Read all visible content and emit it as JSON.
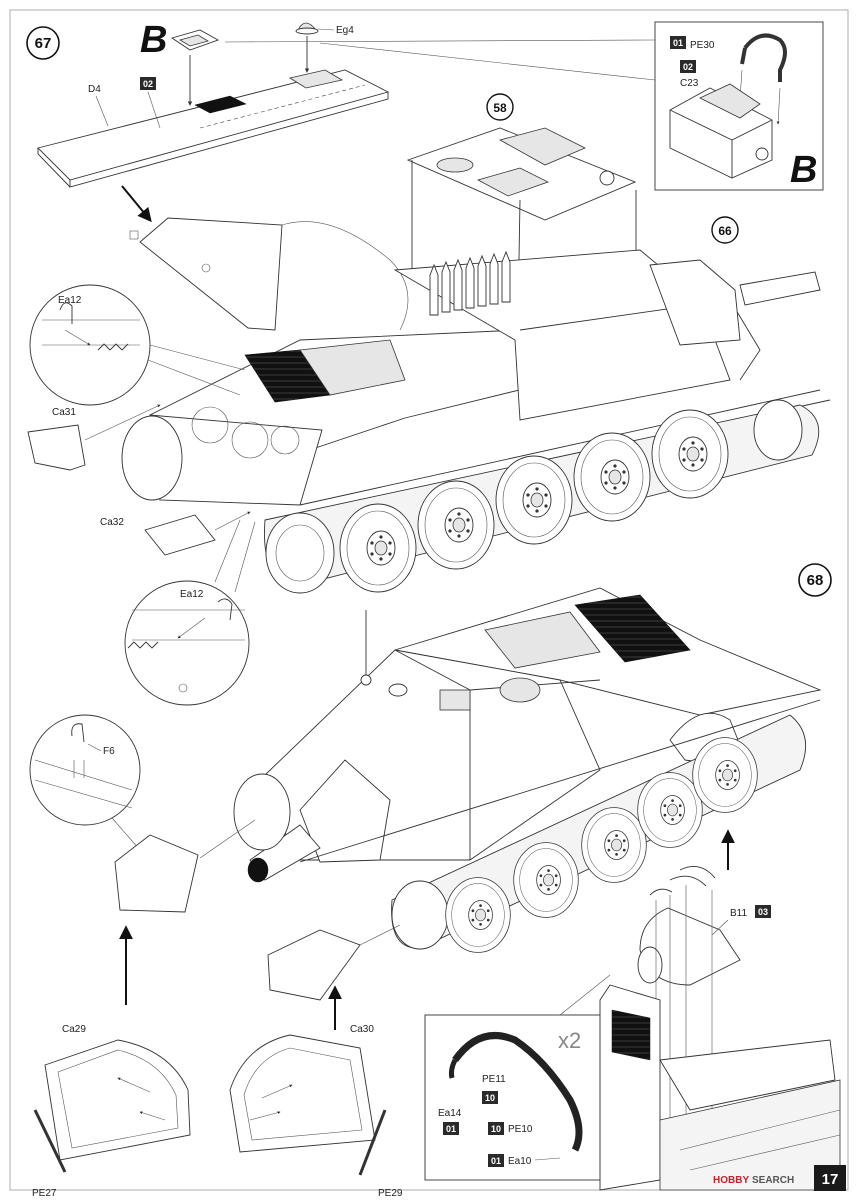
{
  "page": {
    "number": "17"
  },
  "steps": {
    "step67": "67",
    "step68": "68",
    "ref58": "58",
    "ref66": "66"
  },
  "labels": {
    "B_left": "B",
    "B_right": "B",
    "Eg4": "Eg4",
    "D4": "D4",
    "PE30": "PE30",
    "C23": "C23",
    "Ea12_top": "Ea12",
    "Ca31": "Ca31",
    "Ca32": "Ca32",
    "Ea12_mid": "Ea12",
    "F6": "F6",
    "B11": "B11",
    "Ca29": "Ca29",
    "Ca30": "Ca30",
    "PE27": "PE27",
    "PE29": "PE29",
    "PE11": "PE11",
    "Ea14": "Ea14",
    "PE10": "PE10",
    "Ea10": "Ea10",
    "x2": "x2"
  },
  "tags": {
    "t02_D4": "02",
    "t01_PE30": "01",
    "t02_C23": "02",
    "t03_B11": "03",
    "t10_PE11": "10",
    "t01_Ea14": "01",
    "t10_PE10": "10",
    "t01_Ea10": "01"
  },
  "watermark": {
    "brand": "HOBBY",
    "brand2": "SEARCH"
  }
}
